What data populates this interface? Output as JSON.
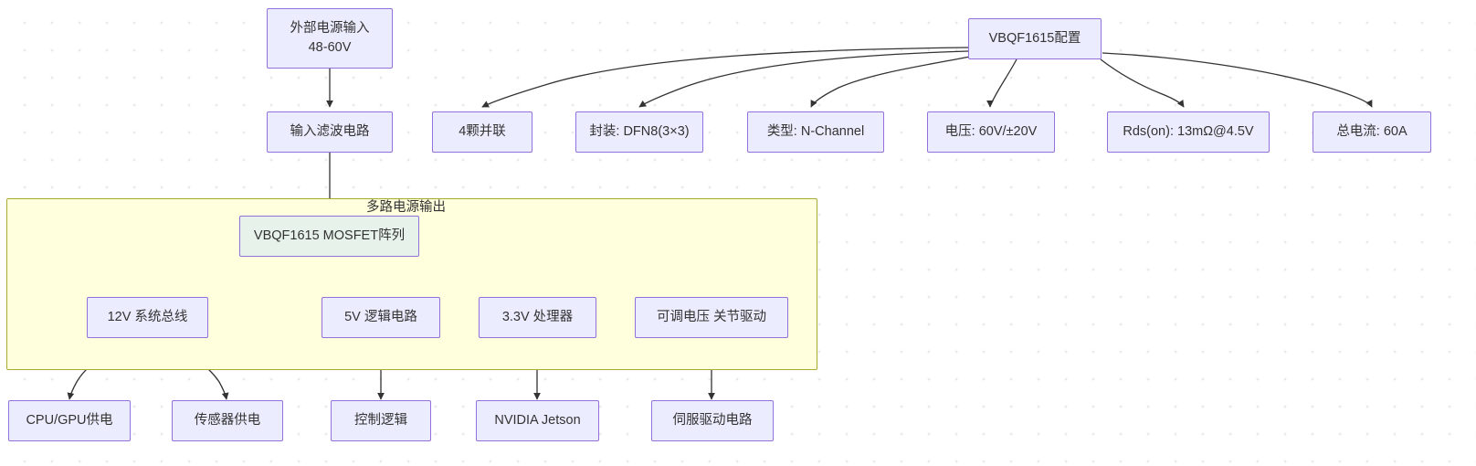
{
  "diagram": {
    "title_node": "VBQF1615配置",
    "subgraph_label": "多路电源输出",
    "colors": {
      "node_fill": "#ececff",
      "node_border": "#9370db",
      "accent_node_fill": "#e6f2ea",
      "subgraph_fill": "#ffffde",
      "subgraph_border": "#aaaa33",
      "edge_stroke": "#333333",
      "text": "#333333",
      "background": "#ffffff",
      "grid_dot": "#eaeaea"
    },
    "nodes": {
      "power_input": "外部电源输入\n48-60V",
      "input_filter": "输入滤波电路",
      "config_root": "VBQF1615配置",
      "config_parallel": "4颗并联",
      "config_package": "封装: DFN8(3×3)",
      "config_type": "类型: N-Channel",
      "config_voltage": "电压: 60V/±20V",
      "config_rdson": "Rds(on): 13mΩ@4.5V",
      "config_current": "总电流: 60A",
      "mosfet_array": "VBQF1615 MOSFET阵列",
      "rail_12v": "12V 系统总线",
      "rail_5v": "5V 逻辑电路",
      "rail_33v": "3.3V 处理器",
      "rail_adj": "可调电压 关节驱动",
      "load_cpu_gpu": "CPU/GPU供电",
      "load_sensor": "传感器供电",
      "load_control": "控制逻辑",
      "load_jetson": "NVIDIA Jetson",
      "load_servo": "伺服驱动电路"
    }
  }
}
